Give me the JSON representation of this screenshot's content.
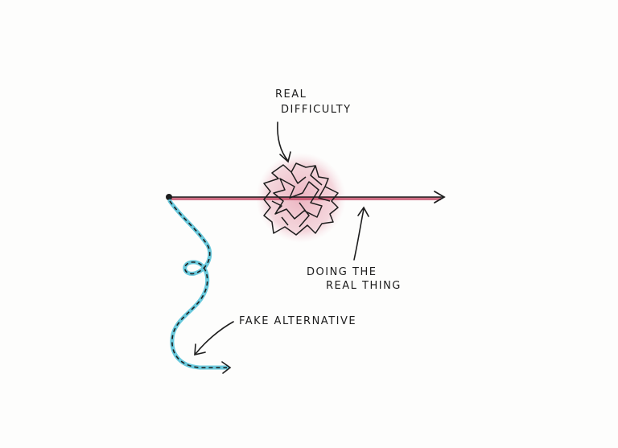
{
  "labels": {
    "real_difficulty_line1": "REAL",
    "real_difficulty_line2": "DIFFICULTY",
    "doing_line1": "DOING THE",
    "doing_line2": "REAL THING",
    "fake_alternative": "FAKE ALTERNATIVE"
  },
  "colors": {
    "real_path": "#c2405e",
    "difficulty_glow": "#e9a7b6",
    "fake_path": "#4fc0d6",
    "ink": "#1d1d1d"
  }
}
